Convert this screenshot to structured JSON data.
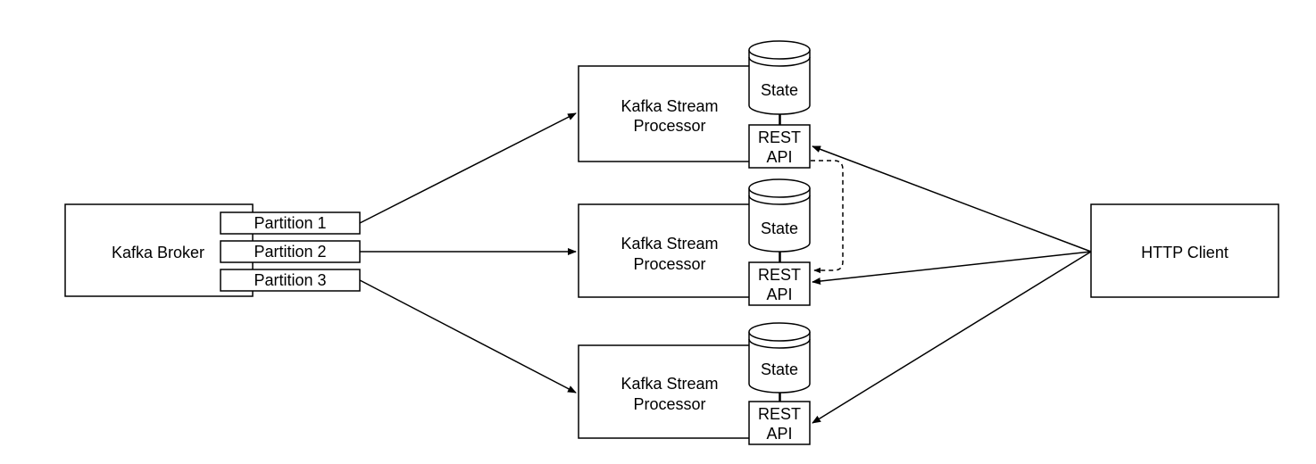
{
  "broker": {
    "label": "Kafka Broker",
    "partitions": [
      "Partition 1",
      "Partition 2",
      "Partition 3"
    ]
  },
  "processors": [
    {
      "label_line1": "Kafka Stream",
      "label_line2": "Processor",
      "state": "State",
      "api_line1": "REST",
      "api_line2": "API"
    },
    {
      "label_line1": "Kafka Stream",
      "label_line2": "Processor",
      "state": "State",
      "api_line1": "REST",
      "api_line2": "API"
    },
    {
      "label_line1": "Kafka Stream",
      "label_line2": "Processor",
      "state": "State",
      "api_line1": "REST",
      "api_line2": "API"
    }
  ],
  "client": {
    "label": "HTTP Client"
  },
  "colors": {
    "stroke": "#000000",
    "background": "#ffffff"
  }
}
